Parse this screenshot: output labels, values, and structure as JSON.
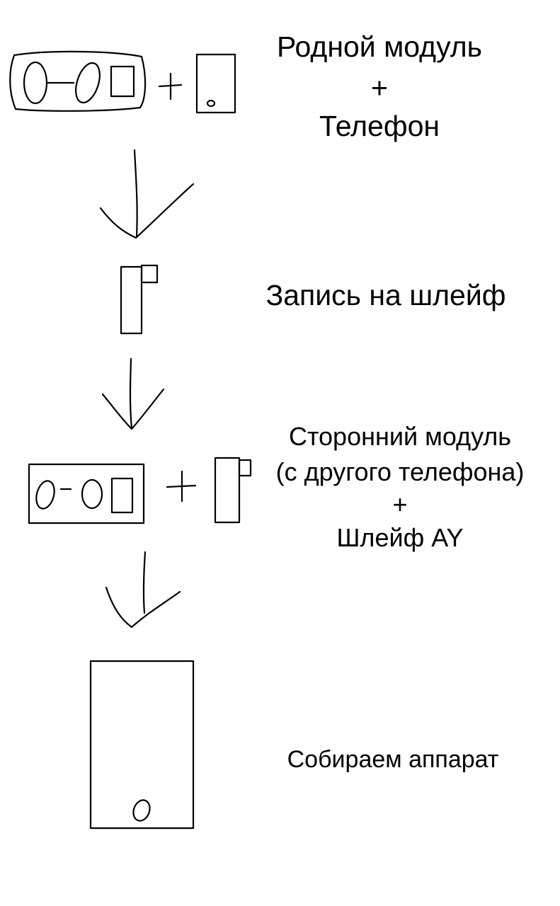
{
  "steps": [
    {
      "lines": [
        "Родной модуль",
        "+",
        "Телефон"
      ]
    },
    {
      "lines": [
        "Запись на шлейф"
      ]
    },
    {
      "lines": [
        "Сторонний модуль",
        "(с другого телефона)",
        "+",
        "Шлейф AY"
      ]
    },
    {
      "lines": [
        "Собираем аппарат"
      ]
    }
  ],
  "colors": {
    "stroke": "#000000",
    "background": "#ffffff"
  },
  "icons": [
    "camera-module-icon",
    "phone-icon",
    "flex-cable-icon",
    "arrow-down-icon",
    "plus-icon",
    "assembled-phone-icon"
  ]
}
